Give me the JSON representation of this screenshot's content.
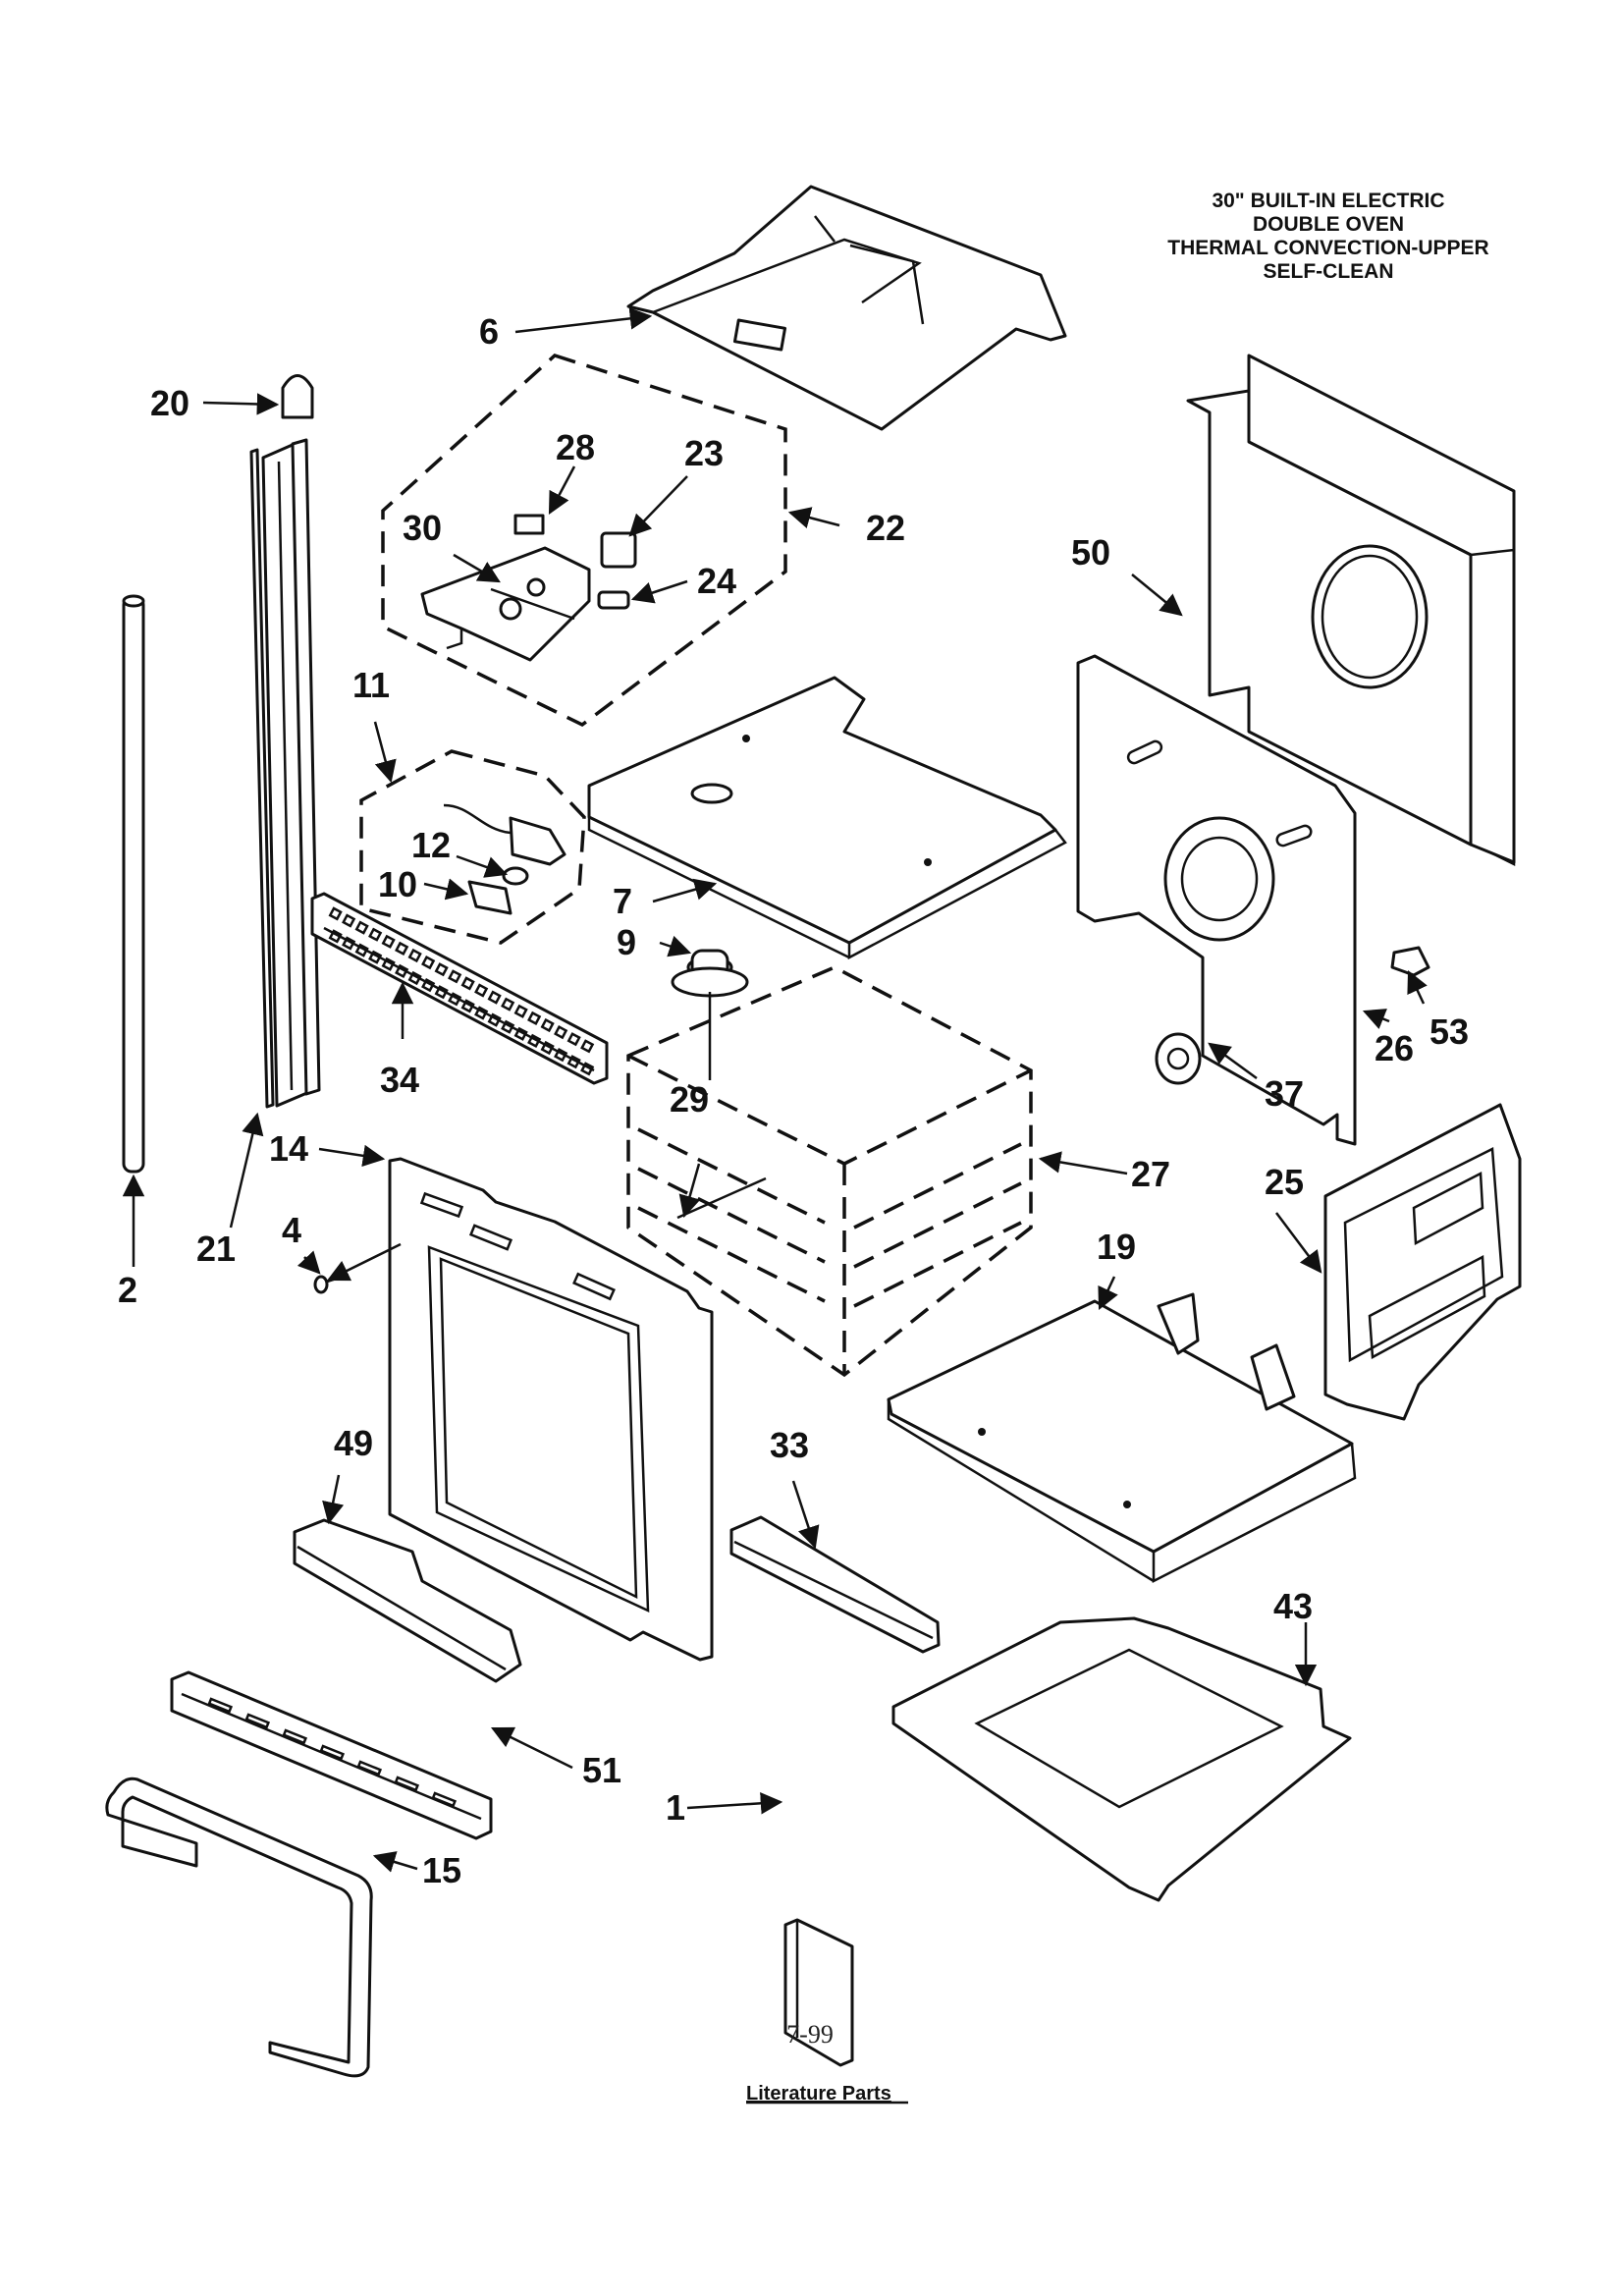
{
  "title": [
    "30\" BUILT-IN ELECTRIC",
    "DOUBLE OVEN",
    "THERMAL CONVECTION-UPPER",
    "SELF-CLEAN"
  ],
  "literature_label": "Literature Parts",
  "page_number": "7-99",
  "callouts": {
    "c1": "1",
    "c2": "2",
    "c4": "4",
    "c6": "6",
    "c7": "7",
    "c9": "9",
    "c10": "10",
    "c11": "11",
    "c12": "12",
    "c14": "14",
    "c15": "15",
    "c19": "19",
    "c20": "20",
    "c21": "21",
    "c22": "22",
    "c23": "23",
    "c24": "24",
    "c25": "25",
    "c26": "26",
    "c27": "27",
    "c28": "28",
    "c29": "29",
    "c30": "30",
    "c33": "33",
    "c34": "34",
    "c37": "37",
    "c43": "43",
    "c49": "49",
    "c50": "50",
    "c51": "51",
    "c53": "53"
  }
}
